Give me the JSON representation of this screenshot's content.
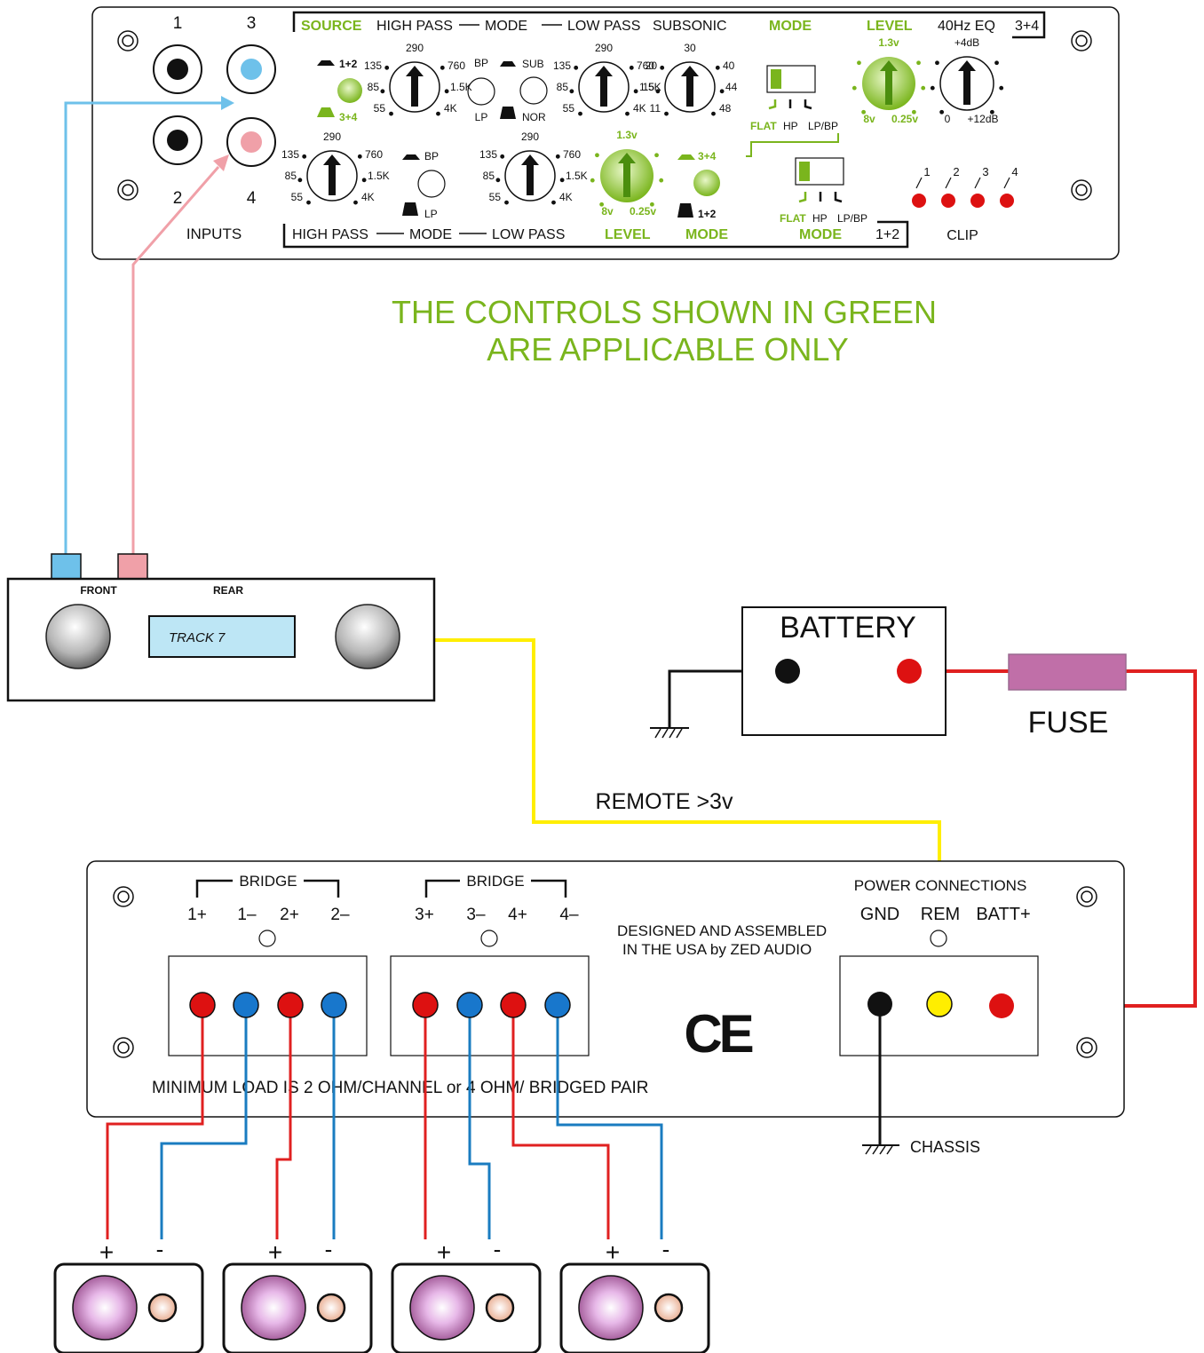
{
  "colors": {
    "green": "#7ab51d",
    "blue_wire": "#6ec1ea",
    "pink_wire": "#f0a0a8",
    "yellow_wire": "#ffee00",
    "red_wire": "#e02020",
    "speaker_blue_wire": "#1a7cc0",
    "fuse": "#c06fa8",
    "terminal_red": "#dd1111",
    "terminal_blue": "#1877cc",
    "display": "#bde6f5"
  },
  "top_panel": {
    "rca_numbers": [
      "1",
      "3",
      "2",
      "4"
    ],
    "inputs_label": "INPUTS",
    "header_34": [
      "SOURCE",
      "HIGH PASS",
      "MODE",
      "LOW PASS",
      "SUBSONIC",
      "MODE",
      "LEVEL",
      "40Hz EQ",
      "3+4"
    ],
    "header_12": [
      "HIGH PASS",
      "MODE",
      "LOW PASS",
      "LEVEL",
      "MODE",
      "MODE",
      "1+2"
    ],
    "source": {
      "top": "1+2",
      "bottom": "3+4"
    },
    "hp_ticks": [
      "290",
      "135",
      "760",
      "85",
      "1.5K",
      "55",
      "4K"
    ],
    "sub_ticks": [
      "30",
      "20",
      "40",
      "15",
      "44",
      "11",
      "48"
    ],
    "bp_lp": {
      "top": "BP",
      "bottom": "LP"
    },
    "sub_nor": {
      "top": "SUB",
      "bottom": "NOR"
    },
    "mode_switch_labels": [
      "FLAT",
      "HP",
      "LP/BP"
    ],
    "level_ticks": {
      "top": "1.3v",
      "left": "8v",
      "right": "0.25v"
    },
    "eq_ticks": {
      "top": "+4dB",
      "left": "0",
      "right": "+12dB"
    },
    "mode12": {
      "top": "3+4",
      "bottom": "1+2"
    },
    "clip_numbers": [
      "1",
      "2",
      "3",
      "4"
    ],
    "clip_label": "CLIP"
  },
  "note": {
    "line1": "THE CONTROLS SHOWN IN GREEN",
    "line2": "ARE APPLICABLE ONLY"
  },
  "head_unit": {
    "front": "FRONT",
    "rear": "REAR",
    "display": "TRACK 7"
  },
  "battery": {
    "label": "BATTERY"
  },
  "fuse": {
    "label": "FUSE"
  },
  "remote": {
    "label": "REMOTE >3v"
  },
  "bottom_panel": {
    "bridge": "BRIDGE",
    "terms_a": [
      "1+",
      "1–",
      "2+",
      "2–"
    ],
    "terms_b": [
      "3+",
      "3–",
      "4+",
      "4–"
    ],
    "designed_line1": "DESIGNED AND ASSEMBLED",
    "designed_line2": "IN THE USA by ZED AUDIO",
    "power_connections": "POWER CONNECTIONS",
    "power_terms": [
      "GND",
      "REM",
      "BATT+"
    ],
    "ce_mark": "CE",
    "min_load": "MINIMUM LOAD IS 2 OHM/CHANNEL or 4 OHM/ BRIDGED PAIR",
    "chassis": "CHASSIS"
  },
  "speakers": {
    "polarity": [
      "+",
      "-"
    ]
  }
}
